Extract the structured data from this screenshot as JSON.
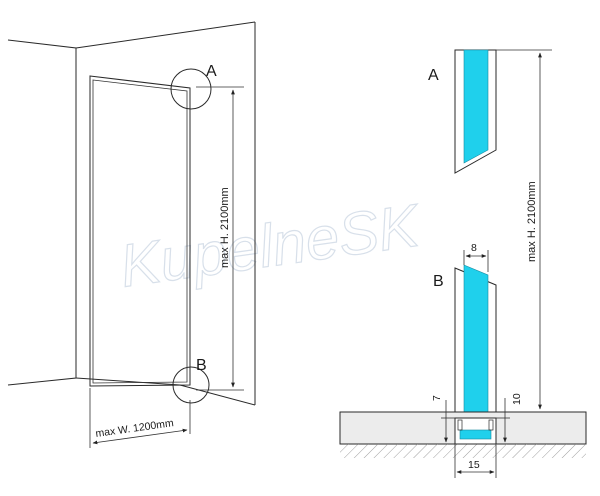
{
  "watermark": "KupelneSK",
  "left_view": {
    "detail_a": "A",
    "detail_b": "B",
    "height_label": "max H. 2100mm",
    "width_label": "max W. 1200mm"
  },
  "right_view": {
    "detail_a": "A",
    "detail_b": "B",
    "height_label": "max H. 2100mm",
    "glass_thickness": "8",
    "profile_width": "15",
    "profile_left_height": "7",
    "profile_right_height": "10"
  },
  "colors": {
    "glass": "#1fd0ec",
    "line": "#2a2a2a",
    "floor_fill": "#ececec"
  }
}
